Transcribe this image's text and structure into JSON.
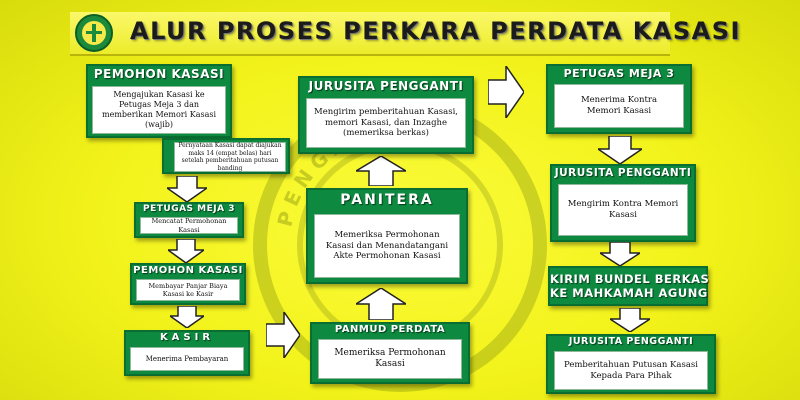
{
  "title": "ALUR PROSES PERKARA PERDATA KASASI",
  "colors": {
    "background": "#f2f21a",
    "box_green": "#0d8a3f",
    "box_white": "#ffffff",
    "arrow_fill": "#ffffff"
  },
  "watermark_text": "PENGADILAN",
  "boxes": {
    "pemohon_kasasi_1": {
      "label": "PEMOHON KASASI",
      "text": "Mengajukan Kasasi ke Petugas Meja 3 dan memberikan Memori Kasasi (wajib)"
    },
    "pernyataan_note": "Pernyataan Kasasi dapat diajukan maks 14 (empat belas) hari setelah pemberitahuan putusan banding",
    "petugas_meja3_left": {
      "label": "PETUGAS MEJA 3",
      "text": "Mencatat Permohonan Kasasi"
    },
    "pemohon_kasasi_2": {
      "label": "PEMOHON KASASI",
      "text": "Membayar Panjar Biaya Kasasi ke Kasir"
    },
    "kasir": {
      "label": "KASIR",
      "text": "Menerima Pembayaran"
    },
    "panmud_perdata": {
      "label": "PANMUD PERDATA",
      "text": "Memeriksa Permohonan Kasasi"
    },
    "panitera": {
      "label": "PANITERA",
      "text": "Memeriksa Permohonan Kasasi dan Menandatangani Akte Permohonan Kasasi"
    },
    "jurusita_pengganti_center": {
      "label": "JURUSITA PENGGANTI",
      "text": "Mengirim pemberitahuan Kasasi, memori Kasasi, dan Inzaghe (memeriksa berkas)"
    },
    "petugas_meja3_right": {
      "label": "PETUGAS MEJA 3",
      "text": "Menerima Kontra Memori Kasasi"
    },
    "jurusita_pengganti_right1": {
      "label": "JURUSITA PENGGANTI",
      "text": "Mengirim Kontra Memori Kasasi"
    },
    "kirim_bundel": {
      "line1": "KIRIM BUNDEL BERKAS",
      "line2": "KE MAHKAMAH AGUNG"
    },
    "jurusita_pengganti_right2": {
      "label": "JURUSITA PENGGANTI",
      "text": "Pemberitahuan Putusan Kasasi Kepada Para Pihak"
    }
  }
}
